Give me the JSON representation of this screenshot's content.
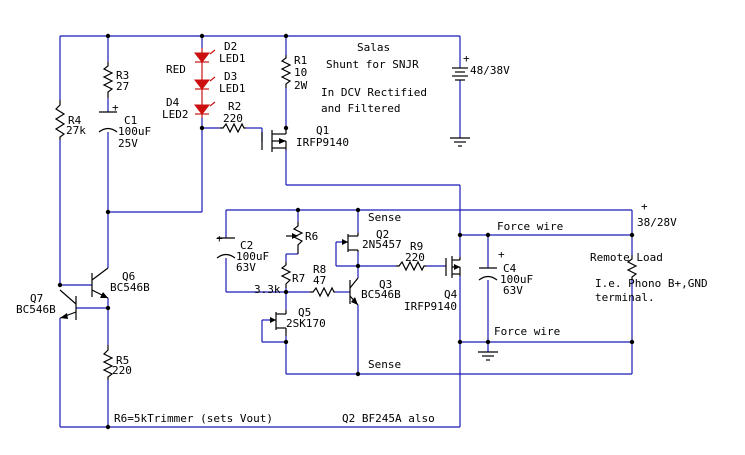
{
  "title": {
    "line1": "Salas",
    "line2": "Shunt for SNJR",
    "line3": "In DCV Rectified",
    "line4": "and Filtered"
  },
  "supply": {
    "plus": "+",
    "voltage": "48/38V"
  },
  "output": {
    "plus": "+",
    "voltage": "38/28V"
  },
  "leds": {
    "red": "RED",
    "d2": {
      "ref": "D2",
      "value": "LED1"
    },
    "d3": {
      "ref": "D3",
      "value": "LED1"
    },
    "d4": {
      "ref": "D4",
      "value": "LED2"
    }
  },
  "resistors": {
    "r1": {
      "ref": "R1",
      "value": "10",
      "power": "2W"
    },
    "r2": {
      "ref": "R2",
      "value": "220"
    },
    "r3": {
      "ref": "R3",
      "value": "27"
    },
    "r4": {
      "ref": "R4",
      "value": "27k"
    },
    "r5": {
      "ref": "R5",
      "value": "220"
    },
    "r6": {
      "ref": "R6"
    },
    "r7": {
      "ref": "R7",
      "value": "3.3k"
    },
    "r8": {
      "ref": "R8",
      "value": "47"
    },
    "r9": {
      "ref": "R9",
      "value": "220"
    }
  },
  "capacitors": {
    "c1": {
      "plus": "+",
      "ref": "C1",
      "value": "100uF",
      "voltage": "25V"
    },
    "c2": {
      "plus": "+",
      "ref": "C2",
      "value": "100uF",
      "voltage": "63V"
    },
    "c4": {
      "plus": "+",
      "ref": "C4",
      "value": "100uF",
      "voltage": "63V"
    }
  },
  "transistors": {
    "q1": {
      "ref": "Q1",
      "value": "IRFP9140"
    },
    "q2": {
      "ref": "Q2",
      "value": "2N5457"
    },
    "q3": {
      "ref": "Q3",
      "value": "BC546B"
    },
    "q4": {
      "ref": "Q4",
      "value": "IRFP9140"
    },
    "q5": {
      "ref": "Q5",
      "value": "2SK170"
    },
    "q6": {
      "ref": "Q6",
      "value": "BC546B"
    },
    "q7": {
      "ref": "Q7",
      "value": "BC546B"
    }
  },
  "labels": {
    "sense_top": "Sense",
    "sense_bottom": "Sense",
    "force_top": "Force wire",
    "force_bottom": "Force wire",
    "remote_load": "Remote Load",
    "load_desc1": "I.e. Phono B+,GND",
    "load_desc2": "terminal."
  },
  "notes": {
    "r6_note": "R6=5kTrimmer (sets Vout)",
    "q2_note": "Q2  BF245A also"
  },
  "colors": {
    "wire": "#1a1ab8",
    "component": "#000000",
    "led": "#cc1010"
  }
}
